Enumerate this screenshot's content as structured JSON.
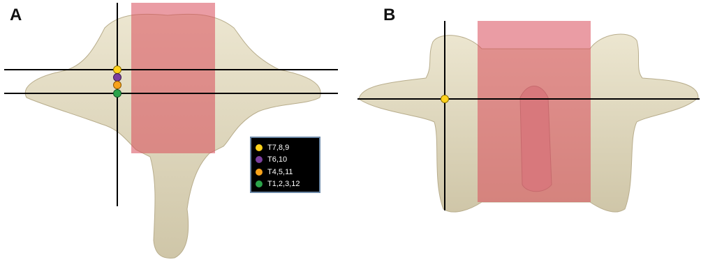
{
  "panels": [
    {
      "letter": "A"
    },
    {
      "letter": "B"
    }
  ],
  "legend": {
    "items": [
      {
        "label": "T7,8,9",
        "color": "#FFD21A"
      },
      {
        "label": "T6,10",
        "color": "#7B3F9E"
      },
      {
        "label": "T4,5,11",
        "color": "#F7A21B"
      },
      {
        "label": "T1,2,3,12",
        "color": "#2BA34A"
      }
    ]
  },
  "colors": {
    "bone": "#e3dcc4",
    "bone_shadow": "#c9bfa0",
    "overlay": "#d94a5a",
    "line": "#000000"
  }
}
